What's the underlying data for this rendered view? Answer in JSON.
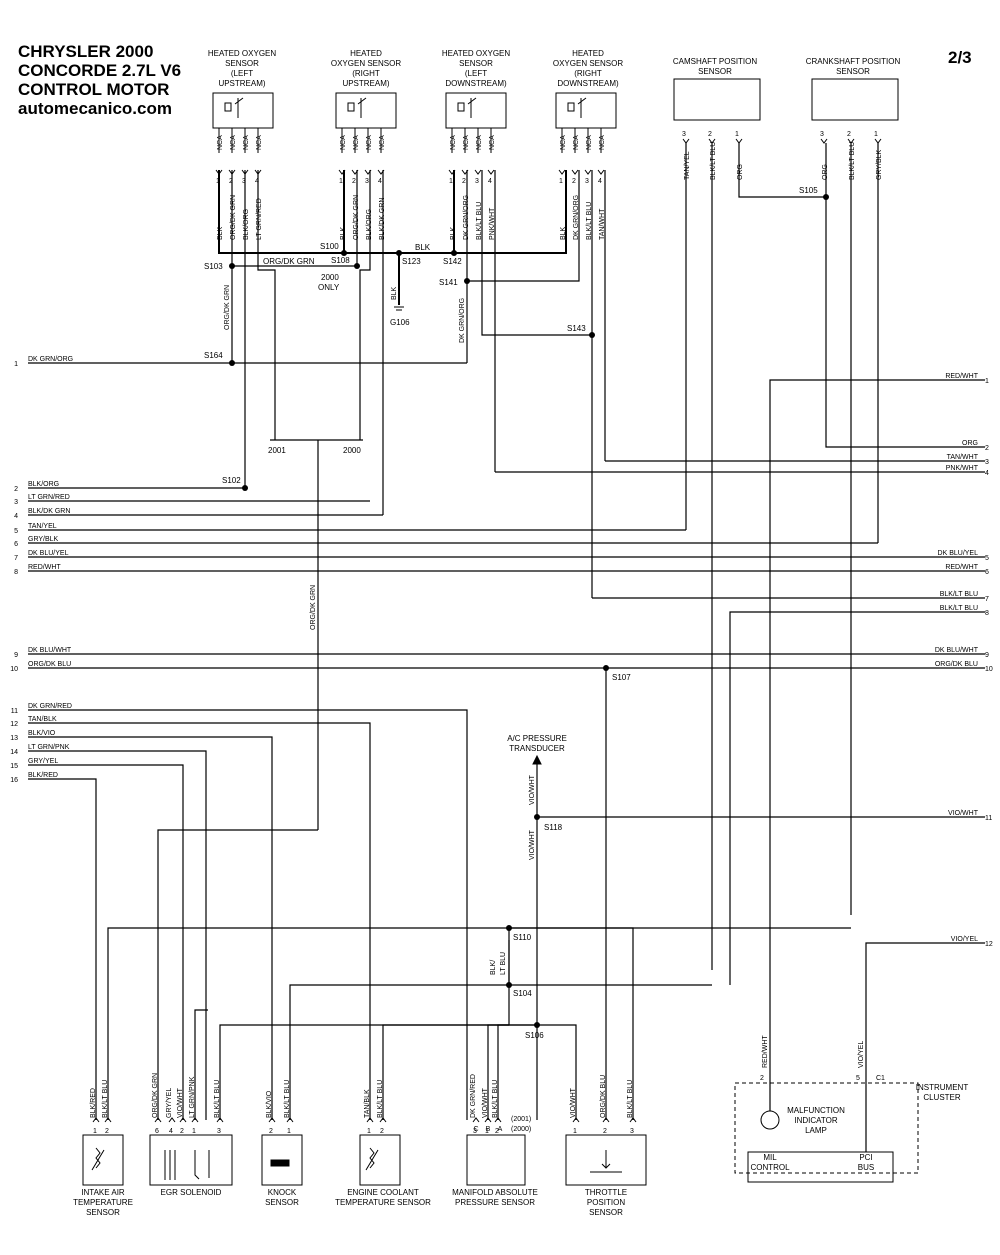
{
  "title": [
    "CHRYSLER 2000",
    "CONCORDE 2.7L V6",
    "CONTROL MOTOR",
    "automecanico.com"
  ],
  "page": "2/3",
  "top_sensors": [
    {
      "lines": [
        "HEATED OXYGEN",
        "SENSOR",
        "(LEFT",
        "UPSTREAM)"
      ]
    },
    {
      "lines": [
        "HEATED",
        "OXYGEN SENSOR",
        "(RIGHT",
        "UPSTREAM)"
      ]
    },
    {
      "lines": [
        "HEATED OXYGEN",
        "SENSOR",
        "(LEFT",
        "DOWNSTREAM)"
      ]
    },
    {
      "lines": [
        "HEATED",
        "OXYGEN SENSOR",
        "(RIGHT",
        "DOWNSTREAM)"
      ]
    },
    {
      "lines": [
        "CAMSHAFT POSITION",
        "SENSOR"
      ]
    },
    {
      "lines": [
        "CRANKSHAFT POSITION",
        "SENSOR"
      ]
    }
  ],
  "nca": "NCA",
  "o2_wires": [
    [
      "BLK",
      "ORG/DK GRN",
      "BLK/ORG",
      "LT GRN/RED"
    ],
    [
      "BLK",
      "ORG/DK GRN",
      "BLK/ORG",
      "BLK/DK GRN"
    ],
    [
      "BLK",
      "DK GRN/ORG",
      "BLK/LT BLU",
      "PNK/WHT"
    ],
    [
      "BLK",
      "DK GRN/ORG",
      "BLK/LT BLU",
      "TAN/WHT"
    ]
  ],
  "cam_wires": [
    "TAN/YEL",
    "BLK/LT BLU",
    "ORG"
  ],
  "crank_wires": [
    "ORG",
    "BLK/LT BLU",
    "GRY/BLK"
  ],
  "splices": [
    "S100",
    "S103",
    "S108",
    "S123",
    "S142",
    "S141",
    "S143",
    "S164",
    "S102",
    "S105",
    "S107",
    "S118",
    "S110",
    "S104",
    "S106"
  ],
  "misc": {
    "org_dk_grn": "ORG/DK GRN",
    "blk": "BLK",
    "g106": "G106",
    "only2000": [
      "2000",
      "ONLY"
    ],
    "y2001": "2001",
    "y2000": "2000",
    "org_dk_grn_v": "ORG/DK GRN",
    "dk_grn_org_v": "DK GRN/ORG"
  },
  "left_connector": [
    {
      "pin": "1",
      "wire": "DK GRN/ORG"
    },
    {
      "pin": "2",
      "wire": "BLK/ORG"
    },
    {
      "pin": "3",
      "wire": "LT GRN/RED"
    },
    {
      "pin": "4",
      "wire": "BLK/DK GRN"
    },
    {
      "pin": "5",
      "wire": "TAN/YEL"
    },
    {
      "pin": "6",
      "wire": "GRY/BLK"
    },
    {
      "pin": "7",
      "wire": "DK BLU/YEL"
    },
    {
      "pin": "8",
      "wire": "RED/WHT"
    },
    {
      "pin": "9",
      "wire": "DK BLU/WHT"
    },
    {
      "pin": "10",
      "wire": "ORG/DK BLU"
    },
    {
      "pin": "11",
      "wire": "DK GRN/RED"
    },
    {
      "pin": "12",
      "wire": "TAN/BLK"
    },
    {
      "pin": "13",
      "wire": "BLK/VIO"
    },
    {
      "pin": "14",
      "wire": "LT GRN/PNK"
    },
    {
      "pin": "15",
      "wire": "GRY/YEL"
    },
    {
      "pin": "16",
      "wire": "BLK/RED"
    }
  ],
  "right_connector": [
    {
      "pin": "1",
      "wire": "RED/WHT"
    },
    {
      "pin": "2",
      "wire": "ORG"
    },
    {
      "pin": "3",
      "wire": "TAN/WHT"
    },
    {
      "pin": "4",
      "wire": "PNK/WHT"
    },
    {
      "pin": "5",
      "wire": "DK BLU/YEL"
    },
    {
      "pin": "6",
      "wire": "RED/WHT"
    },
    {
      "pin": "7",
      "wire": "BLK/LT BLU"
    },
    {
      "pin": "8",
      "wire": "BLK/LT BLU"
    },
    {
      "pin": "9",
      "wire": "DK BLU/WHT"
    },
    {
      "pin": "10",
      "wire": "ORG/DK BLU"
    },
    {
      "pin": "11",
      "wire": "VIO/WHT"
    },
    {
      "pin": "12",
      "wire": "VIO/YEL"
    }
  ],
  "ac": {
    "lines": [
      "A/C PRESSURE",
      "TRANSDUCER"
    ],
    "wire1": "VIO/WHT",
    "wire2": "VIO/WHT",
    "bus": [
      "BLK/",
      "LT BLU"
    ]
  },
  "bottom_sensors": [
    {
      "lines": [
        "INTAKE AIR",
        "TEMPERATURE",
        "SENSOR"
      ],
      "wires": [
        "BLK/RED",
        "BLK/LT BLU"
      ],
      "pins": [
        "1",
        "2"
      ]
    },
    {
      "lines": [
        "EGR SOLENOID"
      ],
      "wires": [
        "ORG/DK GRN",
        "GRY/YEL",
        "VIO/WHT",
        "LT GRN/PNK",
        "BLK/LT BLU"
      ],
      "pins": [
        "6",
        "4",
        "2",
        "1",
        "3"
      ]
    },
    {
      "lines": [
        "KNOCK",
        "SENSOR"
      ],
      "wires": [
        "BLK/VIO",
        "BLK/LT BLU"
      ],
      "pins": [
        "2",
        "1"
      ]
    },
    {
      "lines": [
        "ENGINE COOLANT",
        "TEMPERATURE SENSOR"
      ],
      "wires": [
        "TAN/BLK",
        "BLK/LT BLU"
      ],
      "pins": [
        "1",
        "2"
      ]
    },
    {
      "lines": [
        "MANIFOLD ABSOLUTE",
        "PRESSURE SENSOR"
      ],
      "wires": [
        "DK GRN/RED",
        "VIO/WHT",
        "BLK/LT BLU"
      ],
      "pins": [
        "3",
        "1",
        "2"
      ],
      "pins_alt": [
        "C",
        "B",
        "A"
      ],
      "years": [
        "(2001)",
        "(2000)"
      ]
    },
    {
      "lines": [
        "THROTTLE",
        "POSITION",
        "SENSOR"
      ],
      "wires": [
        "VIO/WHT",
        "ORG/DK BLU",
        "BLK/LT BLU"
      ],
      "pins": [
        "1",
        "2",
        "3"
      ]
    }
  ],
  "cluster": {
    "title": [
      "INSTRUMENT",
      "CLUSTER"
    ],
    "lamp": [
      "MALFUNCTION",
      "INDICATOR",
      "LAMP"
    ],
    "mil": [
      "MIL",
      "CONTROL"
    ],
    "pci": [
      "PCI",
      "BUS"
    ],
    "wires": [
      "RED/WHT",
      "VIO/YEL"
    ],
    "pins": [
      "2",
      "5"
    ],
    "conn": "C1"
  }
}
